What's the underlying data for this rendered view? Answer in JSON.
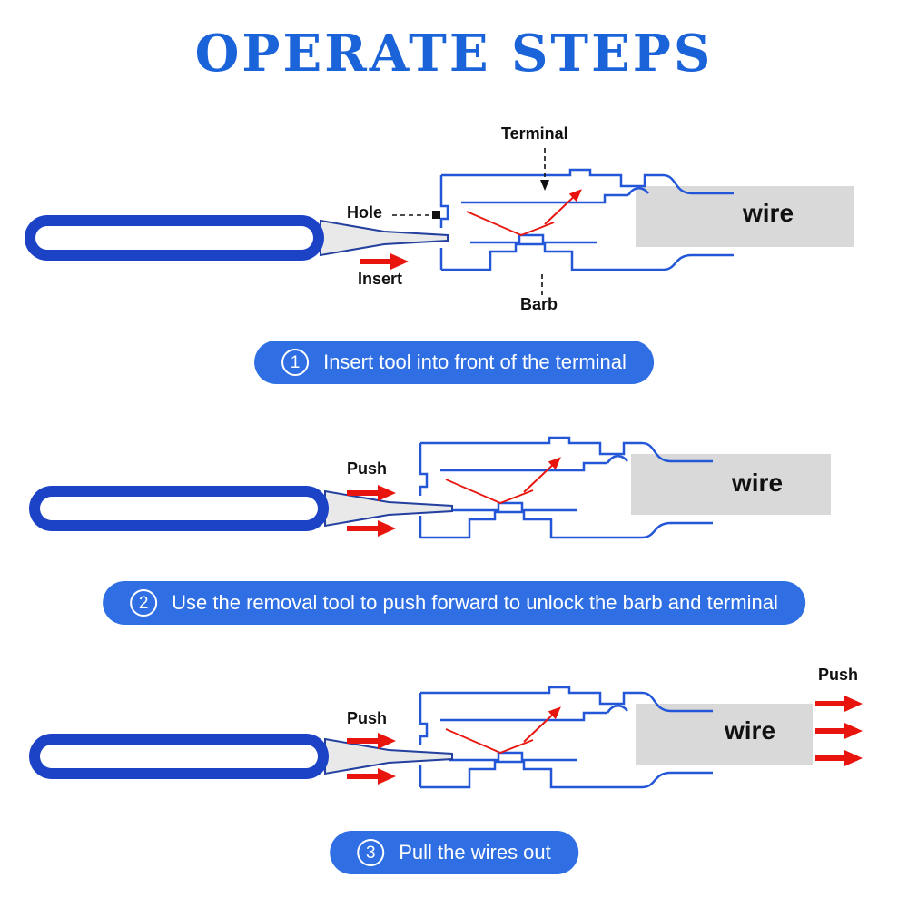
{
  "title": "OPERATE STEPS",
  "colors": {
    "title_blue": "#1b63d8",
    "tool_blue": "#1c42c6",
    "outline_blue": "#2457d8",
    "banner_blue": "#2f6fe3",
    "arrow_red": "#e8150f",
    "wire_gray": "#d9d9d9",
    "label_black": "#111111"
  },
  "sections": [
    {
      "name": "step-1",
      "labels": {
        "terminal": "Terminal",
        "hole": "Hole",
        "insert": "Insert",
        "barb": "Barb",
        "wire": "wire"
      },
      "step": {
        "number": "1",
        "text": "Insert tool into front of the terminal"
      }
    },
    {
      "name": "step-2",
      "labels": {
        "push": "Push",
        "wire": "wire"
      },
      "step": {
        "number": "2",
        "text": "Use the removal tool to push forward to unlock the barb and terminal"
      }
    },
    {
      "name": "step-3",
      "labels": {
        "push_left": "Push",
        "push_right": "Push",
        "wire": "wire"
      },
      "step": {
        "number": "3",
        "text": "Pull the wires out"
      }
    }
  ]
}
